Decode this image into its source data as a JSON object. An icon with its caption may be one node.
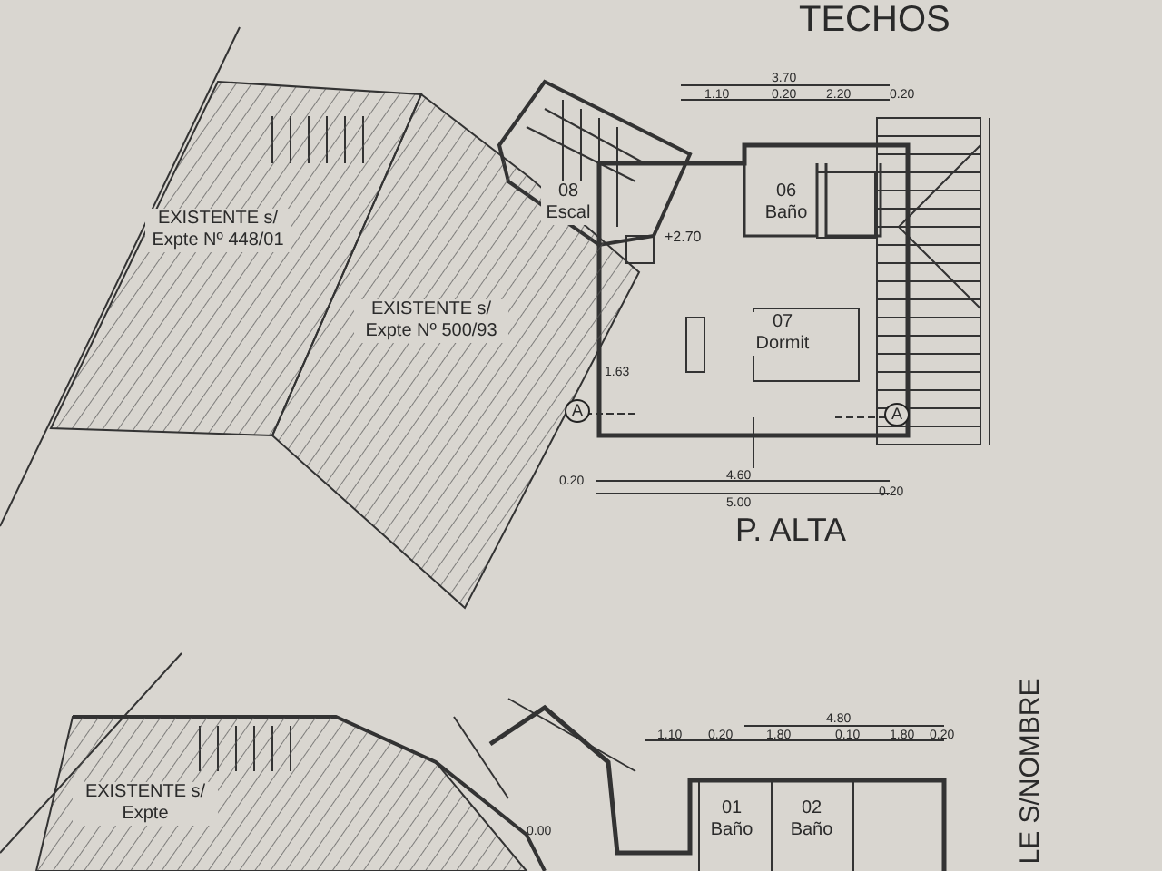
{
  "diagram": {
    "nodes": [
      {
        "text": [
          "EXISTENTE s/ Expte Nº 448/01"
        ]
      },
      {
        "text": [
          "EXISTENTE s/ Expte Nº 500/93"
        ]
      },
      {
        "text": [
          "08 Escal"
        ]
      },
      {
        "text": [
          "06 Baño"
        ]
      },
      {
        "text": [
          "07 Dormit"
        ]
      },
      {
        "text": [
          "EXISTENTE s/ Expte"
        ]
      },
      {
        "text": [
          "01 Baño"
        ]
      },
      {
        "text": [
          "02 Baño"
        ]
      }
    ],
    "edges": [],
    "labels": [
      "TECHOS",
      "3.70",
      "1.10",
      "0.20",
      "2.20",
      "0.20",
      "+2.70",
      "1.63",
      "A",
      "A",
      "0.20",
      "4.60",
      "5.00",
      "0.20",
      "P. ALTA",
      "0.00",
      "4.80",
      "1.10",
      "0.20",
      "1.80",
      "0.10",
      "1.80",
      "0.20",
      "LE S/NOMBRE"
    ]
  }
}
